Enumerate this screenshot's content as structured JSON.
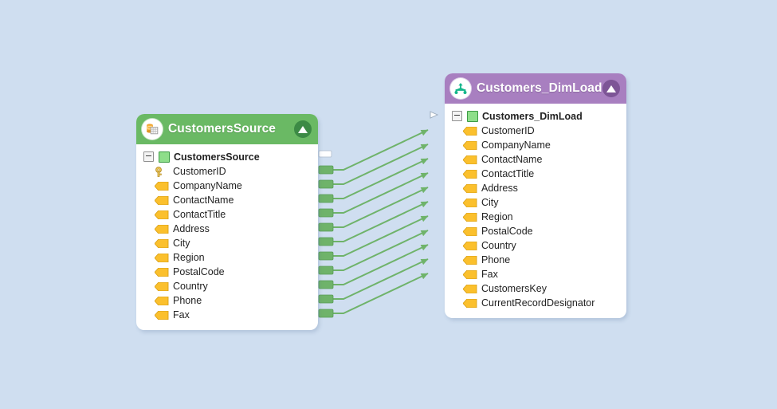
{
  "canvas": {
    "background": "#cfdef0",
    "accent_source": "#6ab964",
    "accent_dest": "#a87fc0",
    "connector_color": "#6fb36a"
  },
  "source_panel": {
    "title": "CustomersSource",
    "icon": "database-table-icon",
    "collapse_label": "",
    "table_row": {
      "label": "CustomersSource",
      "expander": "minus",
      "icon": "table-icon"
    },
    "fields": [
      {
        "label": "CustomerID",
        "icon": "key-icon"
      },
      {
        "label": "CompanyName",
        "icon": "column-icon"
      },
      {
        "label": "ContactName",
        "icon": "column-icon"
      },
      {
        "label": "ContactTitle",
        "icon": "column-icon"
      },
      {
        "label": "Address",
        "icon": "column-icon"
      },
      {
        "label": "City",
        "icon": "column-icon"
      },
      {
        "label": "Region",
        "icon": "column-icon"
      },
      {
        "label": "PostalCode",
        "icon": "column-icon"
      },
      {
        "label": "Country",
        "icon": "column-icon"
      },
      {
        "label": "Phone",
        "icon": "column-icon"
      },
      {
        "label": "Fax",
        "icon": "column-icon"
      }
    ]
  },
  "dest_panel": {
    "title": "Customers_DimLoad",
    "icon": "merge-junction-icon",
    "collapse_label": "",
    "table_row": {
      "label": "Customers_DimLoad",
      "expander": "minus",
      "icon": "table-icon"
    },
    "fields": [
      {
        "label": "CustomerID",
        "icon": "column-icon"
      },
      {
        "label": "CompanyName",
        "icon": "column-icon"
      },
      {
        "label": "ContactName",
        "icon": "column-icon"
      },
      {
        "label": "ContactTitle",
        "icon": "column-icon"
      },
      {
        "label": "Address",
        "icon": "column-icon"
      },
      {
        "label": "City",
        "icon": "column-icon"
      },
      {
        "label": "Region",
        "icon": "column-icon"
      },
      {
        "label": "PostalCode",
        "icon": "column-icon"
      },
      {
        "label": "Country",
        "icon": "column-icon"
      },
      {
        "label": "Phone",
        "icon": "column-icon"
      },
      {
        "label": "Fax",
        "icon": "column-icon"
      },
      {
        "label": "CustomersKey",
        "icon": "column-icon"
      },
      {
        "label": "CurrentRecordDesignator",
        "icon": "column-icon"
      }
    ]
  },
  "mappings": [
    {
      "from": "CustomerID",
      "to": "CustomerID"
    },
    {
      "from": "CompanyName",
      "to": "CompanyName"
    },
    {
      "from": "ContactName",
      "to": "ContactName"
    },
    {
      "from": "ContactTitle",
      "to": "ContactTitle"
    },
    {
      "from": "Address",
      "to": "Address"
    },
    {
      "from": "City",
      "to": "City"
    },
    {
      "from": "Region",
      "to": "Region"
    },
    {
      "from": "PostalCode",
      "to": "PostalCode"
    },
    {
      "from": "Country",
      "to": "Country"
    },
    {
      "from": "Phone",
      "to": "Phone"
    },
    {
      "from": "Fax",
      "to": "Fax"
    }
  ]
}
